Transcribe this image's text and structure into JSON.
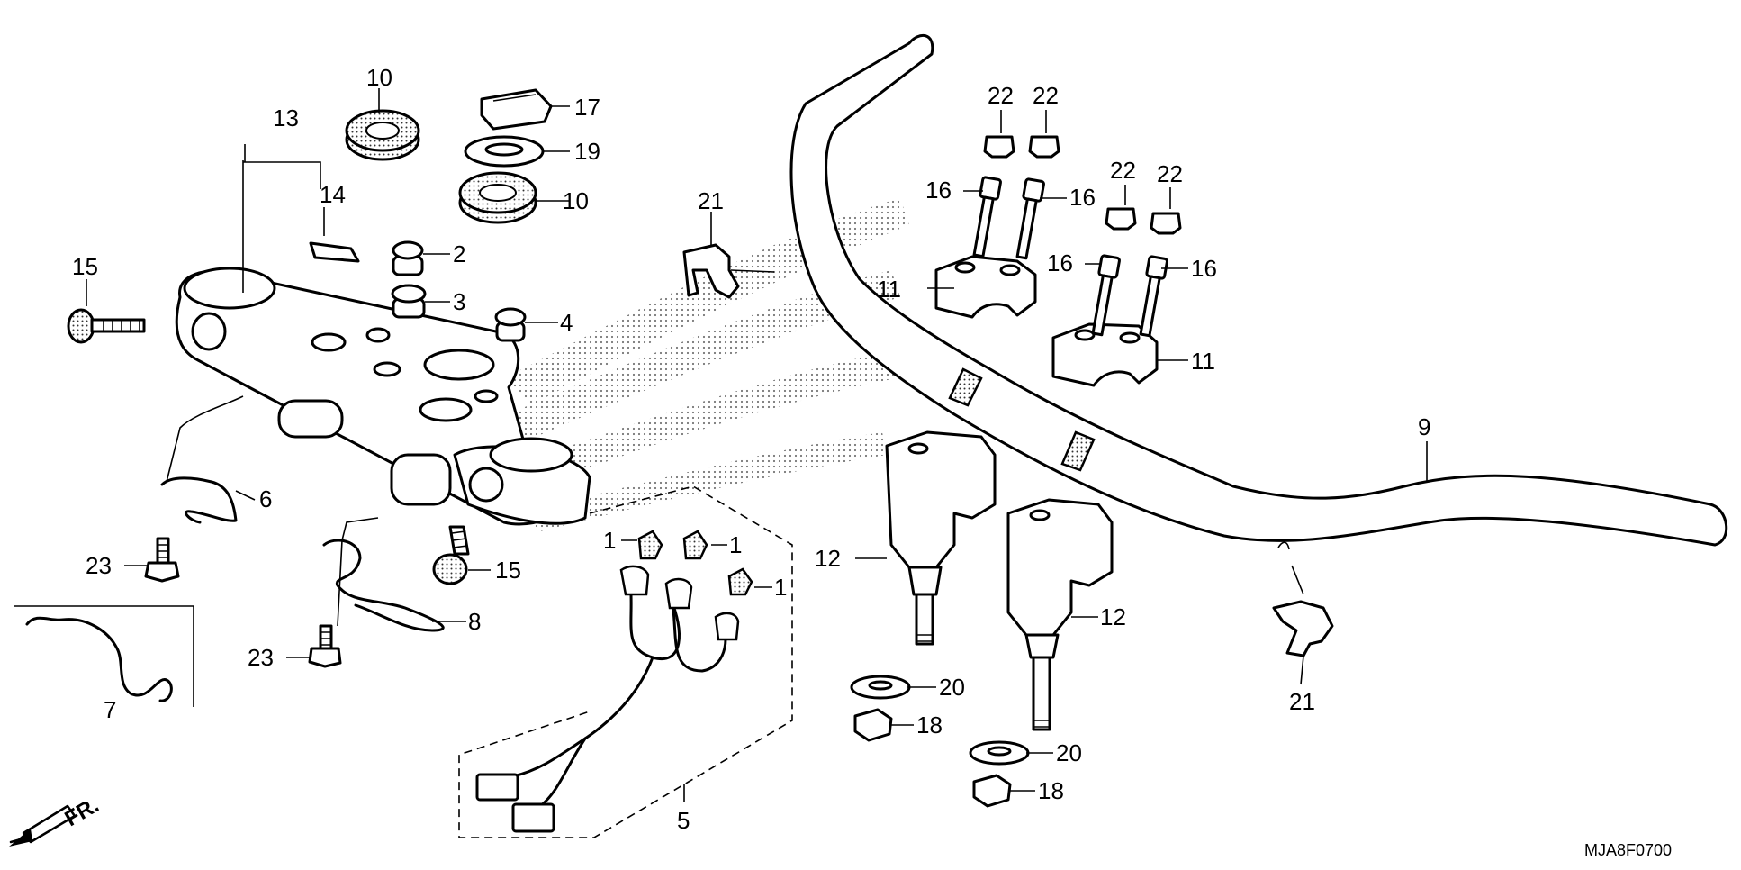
{
  "diagram_code": "MJA8F0700",
  "direction_label": "FR.",
  "callouts": {
    "c1a": "1",
    "c1b": "1",
    "c1c": "1",
    "c2": "2",
    "c3": "3",
    "c4": "4",
    "c5": "5",
    "c6": "6",
    "c7": "7",
    "c8": "8",
    "c9": "9",
    "c10a": "10",
    "c10b": "10",
    "c11a": "11",
    "c11b": "11",
    "c12a": "12",
    "c12b": "12",
    "c13": "13",
    "c14": "14",
    "c15a": "15",
    "c15b": "15",
    "c16a": "16",
    "c16b": "16",
    "c16c": "16",
    "c16d": "16",
    "c17": "17",
    "c18a": "18",
    "c18b": "18",
    "c19": "19",
    "c20a": "20",
    "c20b": "20",
    "c21a": "21",
    "c21b": "21",
    "c22a": "22",
    "c22b": "22",
    "c22c": "22",
    "c22d": "22",
    "c23a": "23",
    "c23b": "23"
  }
}
